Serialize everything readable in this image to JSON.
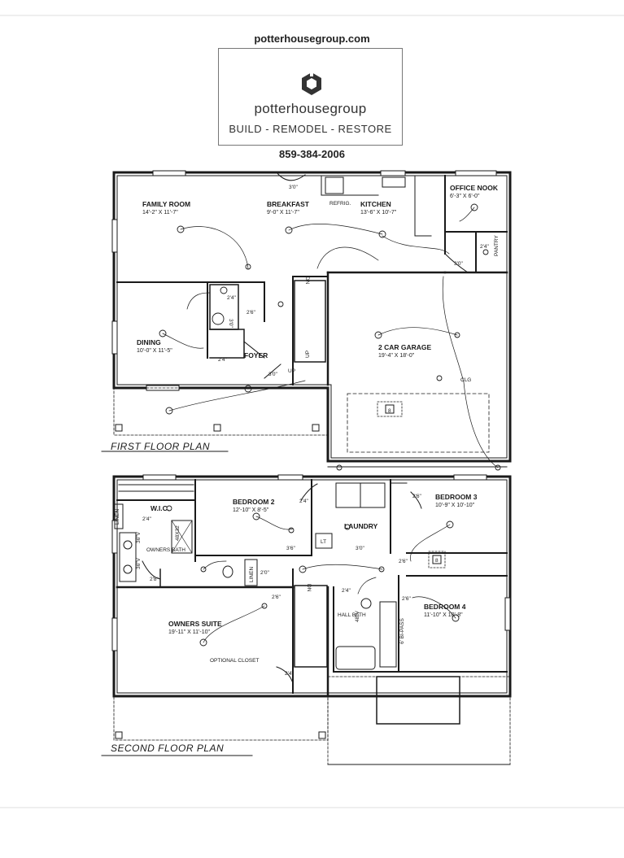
{
  "header": {
    "url": "potterhousegroup.com",
    "brand": "potterhousegroup",
    "tagline": "BUILD - REMODEL - RESTORE",
    "phone": "859-384-2006"
  },
  "first_floor": {
    "title": "FIRST FLOOR PLAN",
    "rooms": {
      "family": {
        "name": "FAMILY ROOM",
        "dims": "14'-2\" X 11'-7\""
      },
      "breakfast": {
        "name": "BREAKFAST",
        "dims": "9'-0\" X 11'-7\""
      },
      "kitchen": {
        "name": "KITCHEN",
        "dims": "13'-6\" X 10'-7\""
      },
      "office": {
        "name": "OFFICE NOOK",
        "dims": "6'-3\" X 6'-0\""
      },
      "dining": {
        "name": "DINING",
        "dims": "10'-0\" X 11'-5\""
      },
      "foyer": {
        "name": "FOYER"
      },
      "garage": {
        "name": "2 CAR GARAGE",
        "dims": "19'-4\" X 18'-0\""
      }
    },
    "labels": {
      "refrig": "REFRIG.",
      "pantry": "PANTRY",
      "dn": "DN",
      "up1": "UP",
      "up2": "UP",
      "clg": "CLG",
      "box": "8",
      "d1": "3'0\"",
      "d2": "2'6\"",
      "d3": "2'4\"",
      "d4": "2'4\"",
      "d5": "3'0\"",
      "d6": "3'0\"",
      "d7": "2'4\"",
      "d8": "3'0\""
    }
  },
  "second_floor": {
    "title": "SECOND FLOOR PLAN",
    "rooms": {
      "wic": {
        "name": "W.I.C."
      },
      "bed2": {
        "name": "BEDROOM 2",
        "dims": "12'-10\" X 8'-5\""
      },
      "laundry": {
        "name": "LAUNDRY"
      },
      "bed3": {
        "name": "BEDROOM 3",
        "dims": "10'-9\" X 10'-10\""
      },
      "owners_bath": {
        "name": "OWNERS BATH"
      },
      "owners_suite": {
        "name": "OWNERS SUITE",
        "dims": "19'-11\" X 11'-10\""
      },
      "hall_bath": {
        "name": "HALL BATH"
      },
      "bed4": {
        "name": "BEDROOM 4",
        "dims": "11'-10\" X 10'-8\""
      }
    },
    "labels": {
      "optional_closet": "OPTIONAL CLOSET",
      "linen1": "LINEN",
      "linen2": "LINEN",
      "bipass": "6' BI-PASS",
      "dn": "DN",
      "lt": "LT",
      "box": "8",
      "shower": "48X32",
      "d1": "2'4\"",
      "d2": "2'6\"",
      "d3": "3'6\"",
      "d4": "3'0\"",
      "d5": "2'4\"",
      "d6": "2'6\"",
      "d7": "2'6\"",
      "d8": "2'0\"",
      "d9": "2'6\"",
      "d10": "2'4\"",
      "d11": "2'8\"",
      "d12": "36\"V",
      "d13": "36\"V",
      "d14": "48\"V",
      "d15": "2'4\""
    }
  }
}
